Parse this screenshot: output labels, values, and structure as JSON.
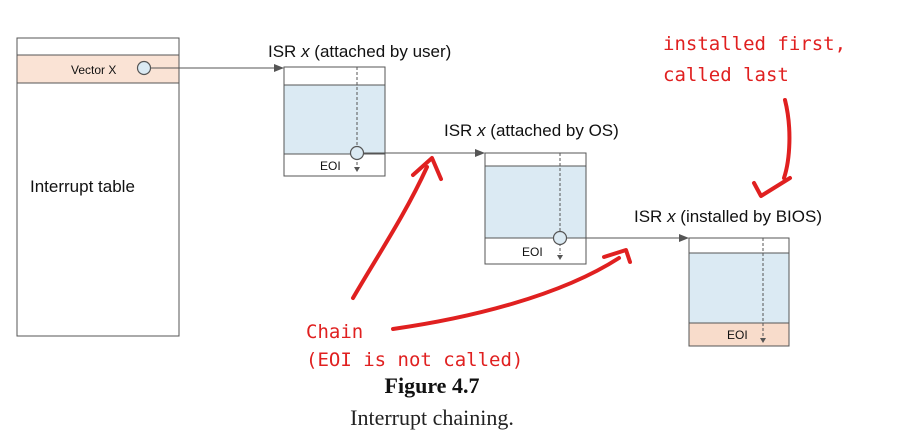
{
  "interrupt_table": {
    "vector_label": "Vector X",
    "label": "Interrupt table"
  },
  "isr_user": {
    "prefix": "ISR ",
    "var": "x",
    "suffix": " (attached by user)",
    "eoi": "EOI"
  },
  "isr_os": {
    "prefix": "ISR ",
    "var": "x",
    "suffix": " (attached by OS)",
    "eoi": "EOI"
  },
  "isr_bios": {
    "prefix": "ISR ",
    "var": "x",
    "suffix": " (installed by BIOS)",
    "eoi": "EOI"
  },
  "annotations": {
    "installed_line1": "installed first,",
    "installed_line2": "called last",
    "chain_line1": "Chain",
    "chain_line2": "(EOI is not called)"
  },
  "caption": {
    "title": "Figure 4.7",
    "text": "Interrupt chaining."
  },
  "colors": {
    "body_fill": "#dbeaf3",
    "vector_fill": "#fae3d5",
    "eoi_bios_fill": "#f8dccb",
    "annotation": "#e02020"
  }
}
